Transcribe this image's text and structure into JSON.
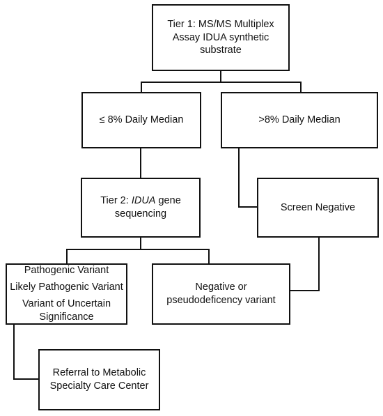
{
  "nodes": {
    "tier1": {
      "lines": [
        "Tier 1: MS/MS Multiplex",
        "Assay IDUA synthetic",
        "substrate"
      ]
    },
    "low_median": {
      "label": "≤ 8% Daily Median"
    },
    "high_median": {
      "label": ">8% Daily Median"
    },
    "tier2": {
      "prefix": "Tier 2: ",
      "gene": "IDUA",
      "suffix": " gene",
      "line2": "sequencing"
    },
    "screen_negative": {
      "label": "Screen Negative"
    },
    "variants": {
      "lines": [
        "Pathogenic Variant",
        "Likely Pathogenic Variant",
        "Variant of Uncertain",
        "Significance"
      ]
    },
    "negative": {
      "lines": [
        "Negative or",
        "pseudodeficency variant"
      ]
    },
    "referral": {
      "lines": [
        "Referral to Metabolic",
        "Specialty Care Center"
      ]
    }
  },
  "edges": [
    {
      "from": "tier1",
      "to": "low_median"
    },
    {
      "from": "tier1",
      "to": "high_median"
    },
    {
      "from": "low_median",
      "to": "tier2"
    },
    {
      "from": "high_median",
      "to": "screen_negative"
    },
    {
      "from": "tier2",
      "to": "variants"
    },
    {
      "from": "tier2",
      "to": "negative"
    },
    {
      "from": "screen_negative",
      "to": "negative"
    },
    {
      "from": "variants",
      "to": "referral"
    }
  ],
  "colors": {
    "line": "#111111",
    "box": "#ffffff",
    "text": "#111111"
  }
}
